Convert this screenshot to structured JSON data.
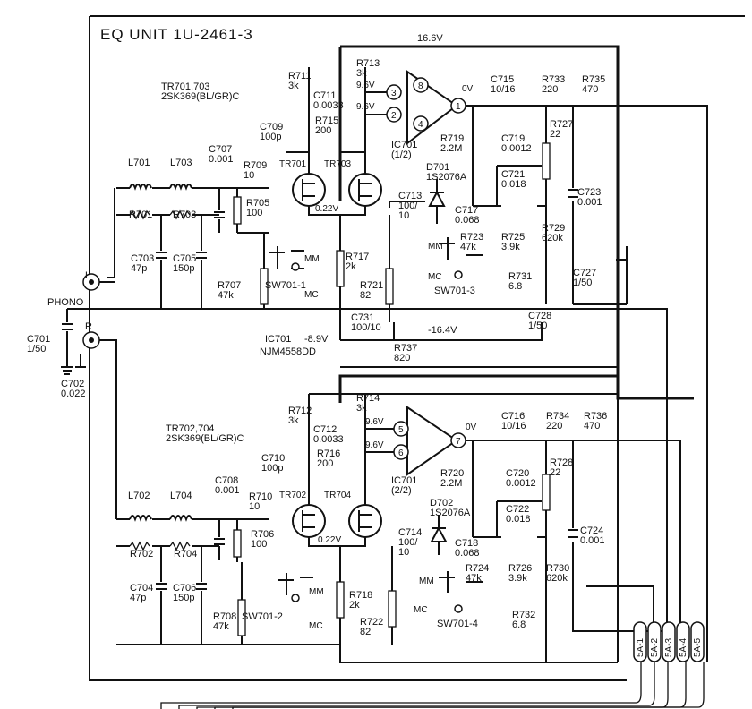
{
  "title": "EQ UNIT   1U-2461-3",
  "rails": {
    "pos": "16.6V",
    "neg": "-16.4V",
    "neg2": "-8.9V"
  },
  "input": {
    "label": "PHONO",
    "left": "L",
    "right": "R"
  },
  "ic": {
    "name": "IC701",
    "part": "NJM4558DD",
    "half1": "IC701\n(1/2)",
    "half2": "IC701\n(2/2)"
  },
  "transistors": {
    "top": "TR701,703\n2SK369(BL/GR)C",
    "bottom": "TR702,704\n2SK369(BL/GR)C",
    "tr701": "TR701",
    "tr703": "TR703",
    "tr702": "TR702",
    "tr704": "TR704"
  },
  "voltages": {
    "v96": "9.6V",
    "v0": "0V",
    "v022": "0.22V"
  },
  "switches": {
    "sw1": "SW701-1",
    "sw2": "SW701-2",
    "sw3": "SW701-3",
    "sw4": "SW701-4",
    "mm": "MM",
    "mc": "MC"
  },
  "diodes": {
    "d701": "D701\n1S2076A",
    "d702": "D702\n1S2076A"
  },
  "opamp_pins": {
    "p1": "1",
    "p2": "2",
    "p3": "3",
    "p4": "4",
    "p5": "5",
    "p6": "6",
    "p7": "7",
    "p8": "8"
  },
  "connectors": [
    "5A-1",
    "5A-2",
    "5A-3",
    "5A-4",
    "5A-5"
  ],
  "parts": {
    "C701": "C701\n1/50",
    "C702": "C702\n0.022",
    "L701": "L701",
    "L703": "L703",
    "L702": "L702",
    "L704": "L704",
    "R701": "R701",
    "R703": "R703",
    "R702": "R702",
    "R704": "R704",
    "C703": "C703\n47p",
    "C705": "C705\n150p",
    "C704": "C704\n47p",
    "C706": "C706\n150p",
    "C707": "C707\n0.001",
    "C708": "C708\n0.001",
    "R709": "R709\n10",
    "R710": "R710\n10",
    "R705": "R705\n100",
    "R706": "R706\n100",
    "R707": "R707\n47k",
    "R708": "R708\n47k",
    "C709": "C709\n100p",
    "C710": "C710\n100p",
    "R711": "R711\n3k",
    "R712": "R712\n3k",
    "R713": "R713\n3k",
    "R714": "R714\n3k",
    "C711": "C711\n0.0033",
    "C712": "C712\n0.0033",
    "R715": "R715\n200",
    "R716": "R716\n200",
    "R717": "R717\n2k",
    "R718": "R718\n2k",
    "R721": "R721\n82",
    "R722": "R722\n82",
    "C713": "C713\n100/\n10",
    "C714": "C714\n100/\n10",
    "R719": "R719\n2.2M",
    "R720": "R720\n2.2M",
    "C719": "C719\n0.0012",
    "C720": "C720\n0.0012",
    "C721": "C721\n0.018",
    "C722": "C722\n0.018",
    "C717": "C717\n0.068",
    "C718": "C718\n0.068",
    "R723": "R723\n47k",
    "R724": "R724\n47k",
    "R725": "R725\n3.9k",
    "R726": "R726\n3.9k",
    "R729": "R729\n620k",
    "R730": "R730\n620k",
    "R731": "R731\n6.8",
    "R732": "R732\n6.8",
    "R727": "R727\n22",
    "R728": "R728\n22",
    "C715": "C715\n10/16",
    "C716": "C716\n10/16",
    "R733": "R733\n220",
    "R734": "R734\n220",
    "R735": "R735\n470",
    "R736": "R736\n470",
    "C723": "C723\n0.001",
    "C724": "C724\n0.001",
    "C727": "C727\n1/50",
    "C728": "C728\n1/50",
    "C731": "C731\n100/10",
    "R737": "R737\n820"
  }
}
